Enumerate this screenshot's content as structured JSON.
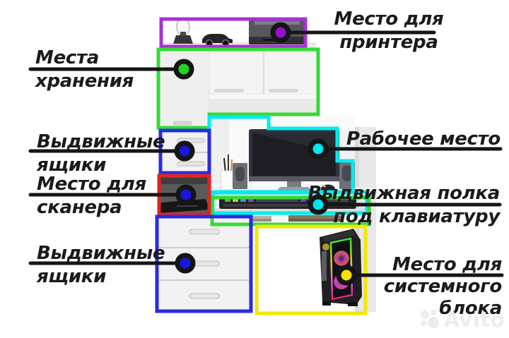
{
  "colors": {
    "background": "#ffffff",
    "callout_line": "#151515",
    "label_text": "#1b1b1b",
    "watermark": "#ededed",
    "zone_printer": "#a632d6",
    "zone_storage": "#35da35",
    "zone_drawers": "#2b2be0",
    "zone_scanner": "#e02424",
    "zone_workspace": "#00ecec",
    "zone_keyboard": "#35da35",
    "zone_system": "#f2e800",
    "dot_printer": "#9a10c8",
    "dot_storage": "#22d422",
    "dot_drawers": "#1717e0",
    "dot_workspace": "#00e4ee",
    "dot_system": "#f5e400"
  },
  "callouts": {
    "printer": {
      "line1": "Место для",
      "line2": "принтера"
    },
    "storage": {
      "line1": "Места",
      "line2": "хранения"
    },
    "drawers_upper": {
      "line1": "Выдвижные",
      "line2": "ящики"
    },
    "scanner": {
      "line1": "Место для",
      "line2": "сканера"
    },
    "workspace": {
      "line1": "Рабочее место"
    },
    "keyboard_shelf": {
      "line1": "Выдвижная полка",
      "line2": "под клавиатуру"
    },
    "drawers_lower": {
      "line1": "Выдвижные",
      "line2": "ящики"
    },
    "system_unit": {
      "line1": "Место для",
      "line2": "системного",
      "line3": "блока"
    }
  },
  "watermark": {
    "brand": "Avito"
  }
}
